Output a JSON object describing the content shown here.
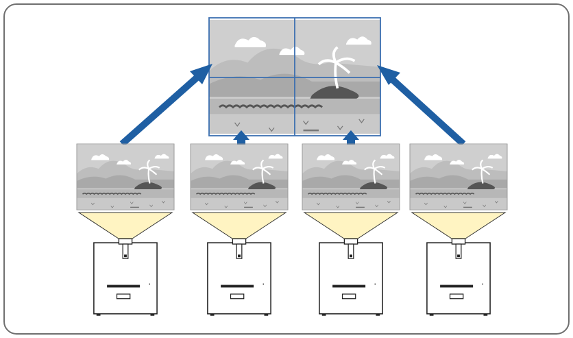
{
  "diagram": {
    "type": "projector-tiling-setup",
    "description_visible_text": "",
    "colors": {
      "frame_border": "#6f6f6f",
      "arrow": "#1f5fa3",
      "tile_border": "#3b6fb0",
      "sky": "#cfcfcf",
      "hill": "#a9a9a9",
      "sea": "#b7b7b7",
      "sand": "#c9c9c9",
      "light_beam": "#fff4c2",
      "projector_outline": "#222222"
    },
    "icons": {
      "combined_image": "tiled-beach-scene-icon",
      "source_image": "beach-scene-icon",
      "projector": "projector-icon",
      "arrow": "up-arrow-icon"
    },
    "tile_grid": {
      "rows": 2,
      "cols": 2
    },
    "projectors": [
      {
        "id": "projector-1",
        "arrow": "diagonal-left"
      },
      {
        "id": "projector-2",
        "arrow": "up"
      },
      {
        "id": "projector-3",
        "arrow": "up"
      },
      {
        "id": "projector-4",
        "arrow": "diagonal-right"
      }
    ]
  }
}
